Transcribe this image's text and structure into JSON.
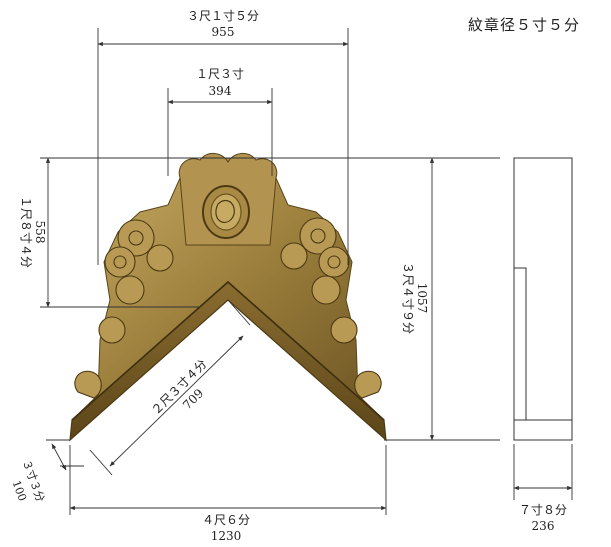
{
  "crest_diameter": "紋章径５寸５分",
  "dimensions": {
    "top_outer": {
      "label": "３尺１寸５分",
      "mm": "955"
    },
    "top_inner": {
      "label": "１尺３寸",
      "mm": "394"
    },
    "left_height": {
      "label": "１尺８寸４分",
      "mm": "558"
    },
    "right_height": {
      "label": "３尺４寸９分",
      "mm": "1057"
    },
    "diagonal": {
      "label": "２尺３寸４分",
      "mm": "709"
    },
    "thickness": {
      "label": "３寸３分",
      "mm": "100"
    },
    "base_width": {
      "label": "４尺６分",
      "mm": "1230"
    },
    "side_depth": {
      "label": "７寸８分",
      "mm": "236"
    }
  },
  "colors": {
    "wood_dark": "#6b5322",
    "wood_mid": "#9c7f3c",
    "wood_light": "#c3a65e",
    "line": "#333333"
  }
}
